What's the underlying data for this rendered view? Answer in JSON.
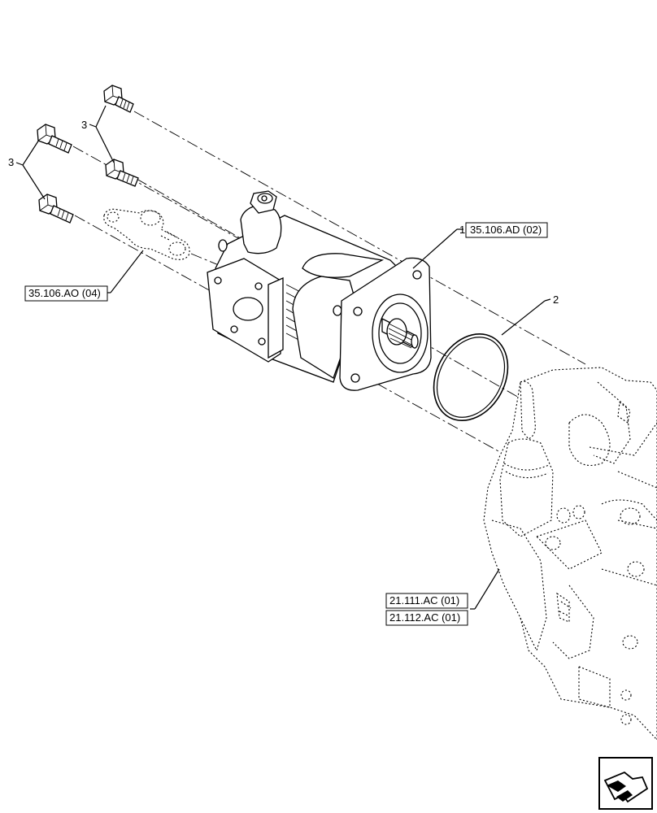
{
  "diagram": {
    "callouts": [
      {
        "id": "callout-1",
        "text": "1"
      },
      {
        "id": "callout-2",
        "text": "2"
      },
      {
        "id": "callout-3a",
        "text": "3"
      },
      {
        "id": "callout-3b",
        "text": "3"
      }
    ],
    "references": [
      {
        "id": "ref-pump",
        "text": "35.106.AD (02)"
      },
      {
        "id": "ref-valve",
        "text": "35.106.AO (04)"
      },
      {
        "id": "ref-housing-1",
        "text": "21.111.AC (01)"
      },
      {
        "id": "ref-housing-2",
        "text": "21.112.AC (01)"
      }
    ],
    "nav_icon": "next-page-arrow-icon"
  }
}
